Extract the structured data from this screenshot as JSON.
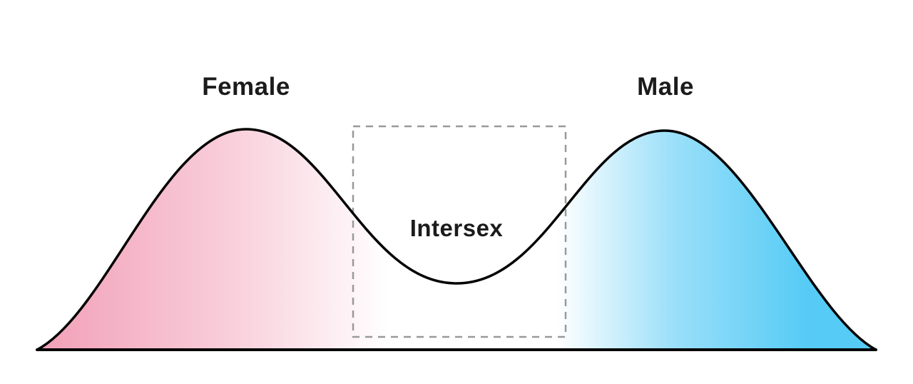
{
  "figure": {
    "description": "Bimodal distribution curve of sex characteristics with two peaks and a labeled valley region",
    "labels": {
      "left_peak": "Female",
      "right_peak": "Male",
      "valley": "Intersex"
    },
    "colors": {
      "female_pink": "#F29FB7",
      "female_pink_mid": "#F8CCD9",
      "white": "#FFFFFF",
      "male_blue_mid": "#9ADFF9",
      "male_blue": "#55CBF5",
      "curve_outline": "#000000",
      "dashed_box": "#999999",
      "label_text": "#1B1B1B"
    }
  }
}
